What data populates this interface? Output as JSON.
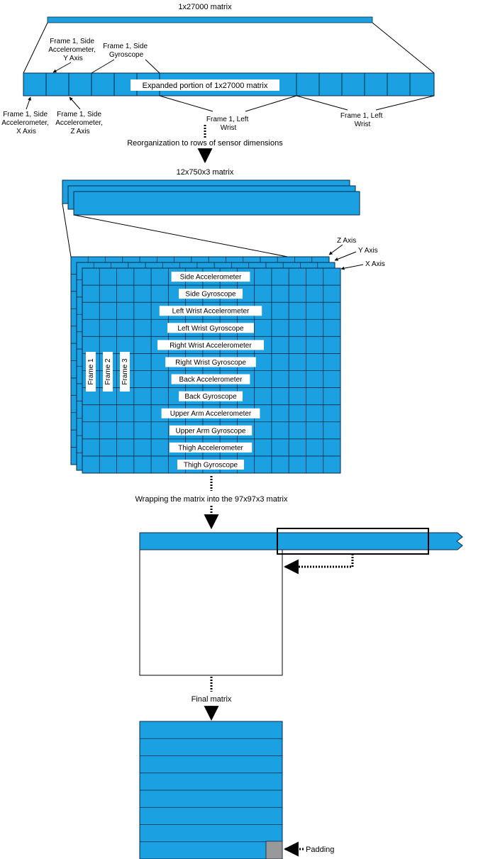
{
  "colors": {
    "blue": "#1ba1e2",
    "cell_line": "#0a2a44",
    "padding": "#999999",
    "arrow": "#000000"
  },
  "top": {
    "title": "1x27000 matrix",
    "expanded_label": "Expanded portion of 1x27000 matrix",
    "callouts": {
      "side_acc_x": [
        "Frame 1, Side",
        "Accelerometer,",
        "X Axis"
      ],
      "side_acc_y": [
        "Frame 1, Side",
        "Accelerometer,",
        "Y Axis"
      ],
      "side_acc_z": [
        "Frame 1, Side",
        "Accelerometer,",
        "Z Axis"
      ],
      "side_gyro": [
        "Frame 1, Side",
        "Gyroscope"
      ],
      "left_wrist_1": [
        "Frame 1, Left",
        "Wrist"
      ],
      "left_wrist_2": [
        "Frame 1, Left",
        "Wrist"
      ]
    }
  },
  "step1": {
    "label": "Reorganization to rows of sensor dimensions"
  },
  "mid": {
    "title": "12x750x3 matrix",
    "axes": [
      "Z Axis",
      "Y Axis",
      "X Axis"
    ],
    "frames": [
      "Frame 1",
      "Frame 2",
      "Frame 3"
    ],
    "sensors": [
      "Side Accelerometer",
      "Side Gyroscope",
      "Left Wrist Accelerometer",
      "Left Wrist Gyroscope",
      "Right Wrist Accelerometer",
      "Right Wrist Gyroscope",
      "Back Accelerometer",
      "Back Gyroscope",
      "Upper Arm Accelerometer",
      "Upper Arm Gyroscope",
      "Thigh Accelerometer",
      "Thigh Gyroscope"
    ]
  },
  "step2": {
    "label": "Wrapping the matrix into the 97x97x3 matrix"
  },
  "step3": {
    "label": "Final matrix"
  },
  "final": {
    "padding_label": "Padding"
  }
}
